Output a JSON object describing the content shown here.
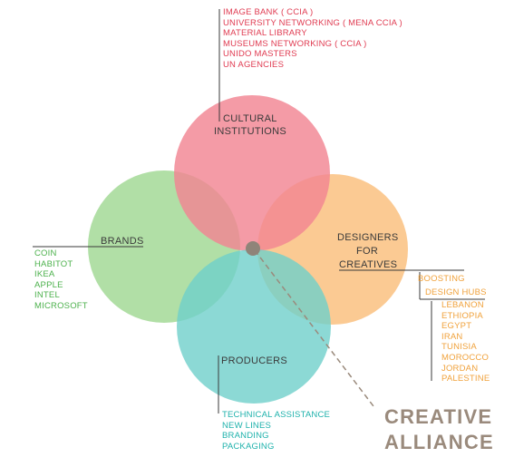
{
  "colors": {
    "red": "#f28592",
    "green": "#a9dc9c",
    "orange": "#fbc487",
    "teal": "#6fcfca",
    "center_dot": "#8f8479",
    "tagline": "#9a8a7c"
  },
  "circles": {
    "cultural": {
      "label_line1": "CULTURAL",
      "label_line2": "INSTITUTIONS"
    },
    "brands": {
      "label": "BRANDS"
    },
    "designers": {
      "label_line1": "DESIGNERS",
      "label_line2": "FOR",
      "label_line3": "CREATIVES"
    },
    "producers": {
      "label": "PRODUCERS"
    }
  },
  "lists": {
    "cultural": [
      "IMAGE BANK ( CCIA )",
      "UNIVERSITY NETWORKING ( MENA CCIA )",
      "MATERIAL LIBRARY",
      "MUSEUMS NETWORKING ( CCIA )",
      "UNIDO MASTERS",
      "UN AGENCIES"
    ],
    "brands": [
      "COIN",
      "HABITOT",
      "IKEA",
      "APPLE",
      "INTEL",
      "MICROSOFT"
    ],
    "designers_top": [
      "BOOSTING"
    ],
    "designers_mid": [
      "DESIGN HUBS"
    ],
    "designers_sub": [
      "LEBANON",
      "ETHIOPIA",
      "EGYPT",
      "IRAN",
      "TUNISIA",
      "MOROCCO",
      "JORDAN",
      "PALESTINE"
    ],
    "producers": [
      "TECHNICAL ASSISTANCE",
      "NEW LINES",
      "BRANDING",
      "PACKAGING"
    ]
  },
  "tagline": {
    "line1": "CREATIVE",
    "line2": "ALLIANCE"
  }
}
